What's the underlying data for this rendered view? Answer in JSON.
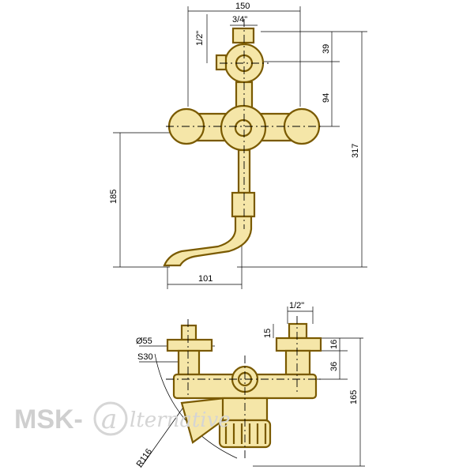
{
  "dimensions": {
    "width_150": "150",
    "thread_top": "3/4\"",
    "thread_side": "1/2\"",
    "d39": "39",
    "d94": "94",
    "d317": "317",
    "d185": "185",
    "d101": "101",
    "thread_bottom": "1/2\"",
    "d15": "15",
    "d16": "16",
    "d36": "36",
    "d165": "165",
    "phi55": "Ø55",
    "s30": "S30",
    "r116": "R116"
  },
  "watermark": {
    "brand": "MSK-",
    "script": "lternative"
  },
  "colors": {
    "part_stroke": "#7a5a00",
    "part_fill": "#f5e6a8"
  }
}
